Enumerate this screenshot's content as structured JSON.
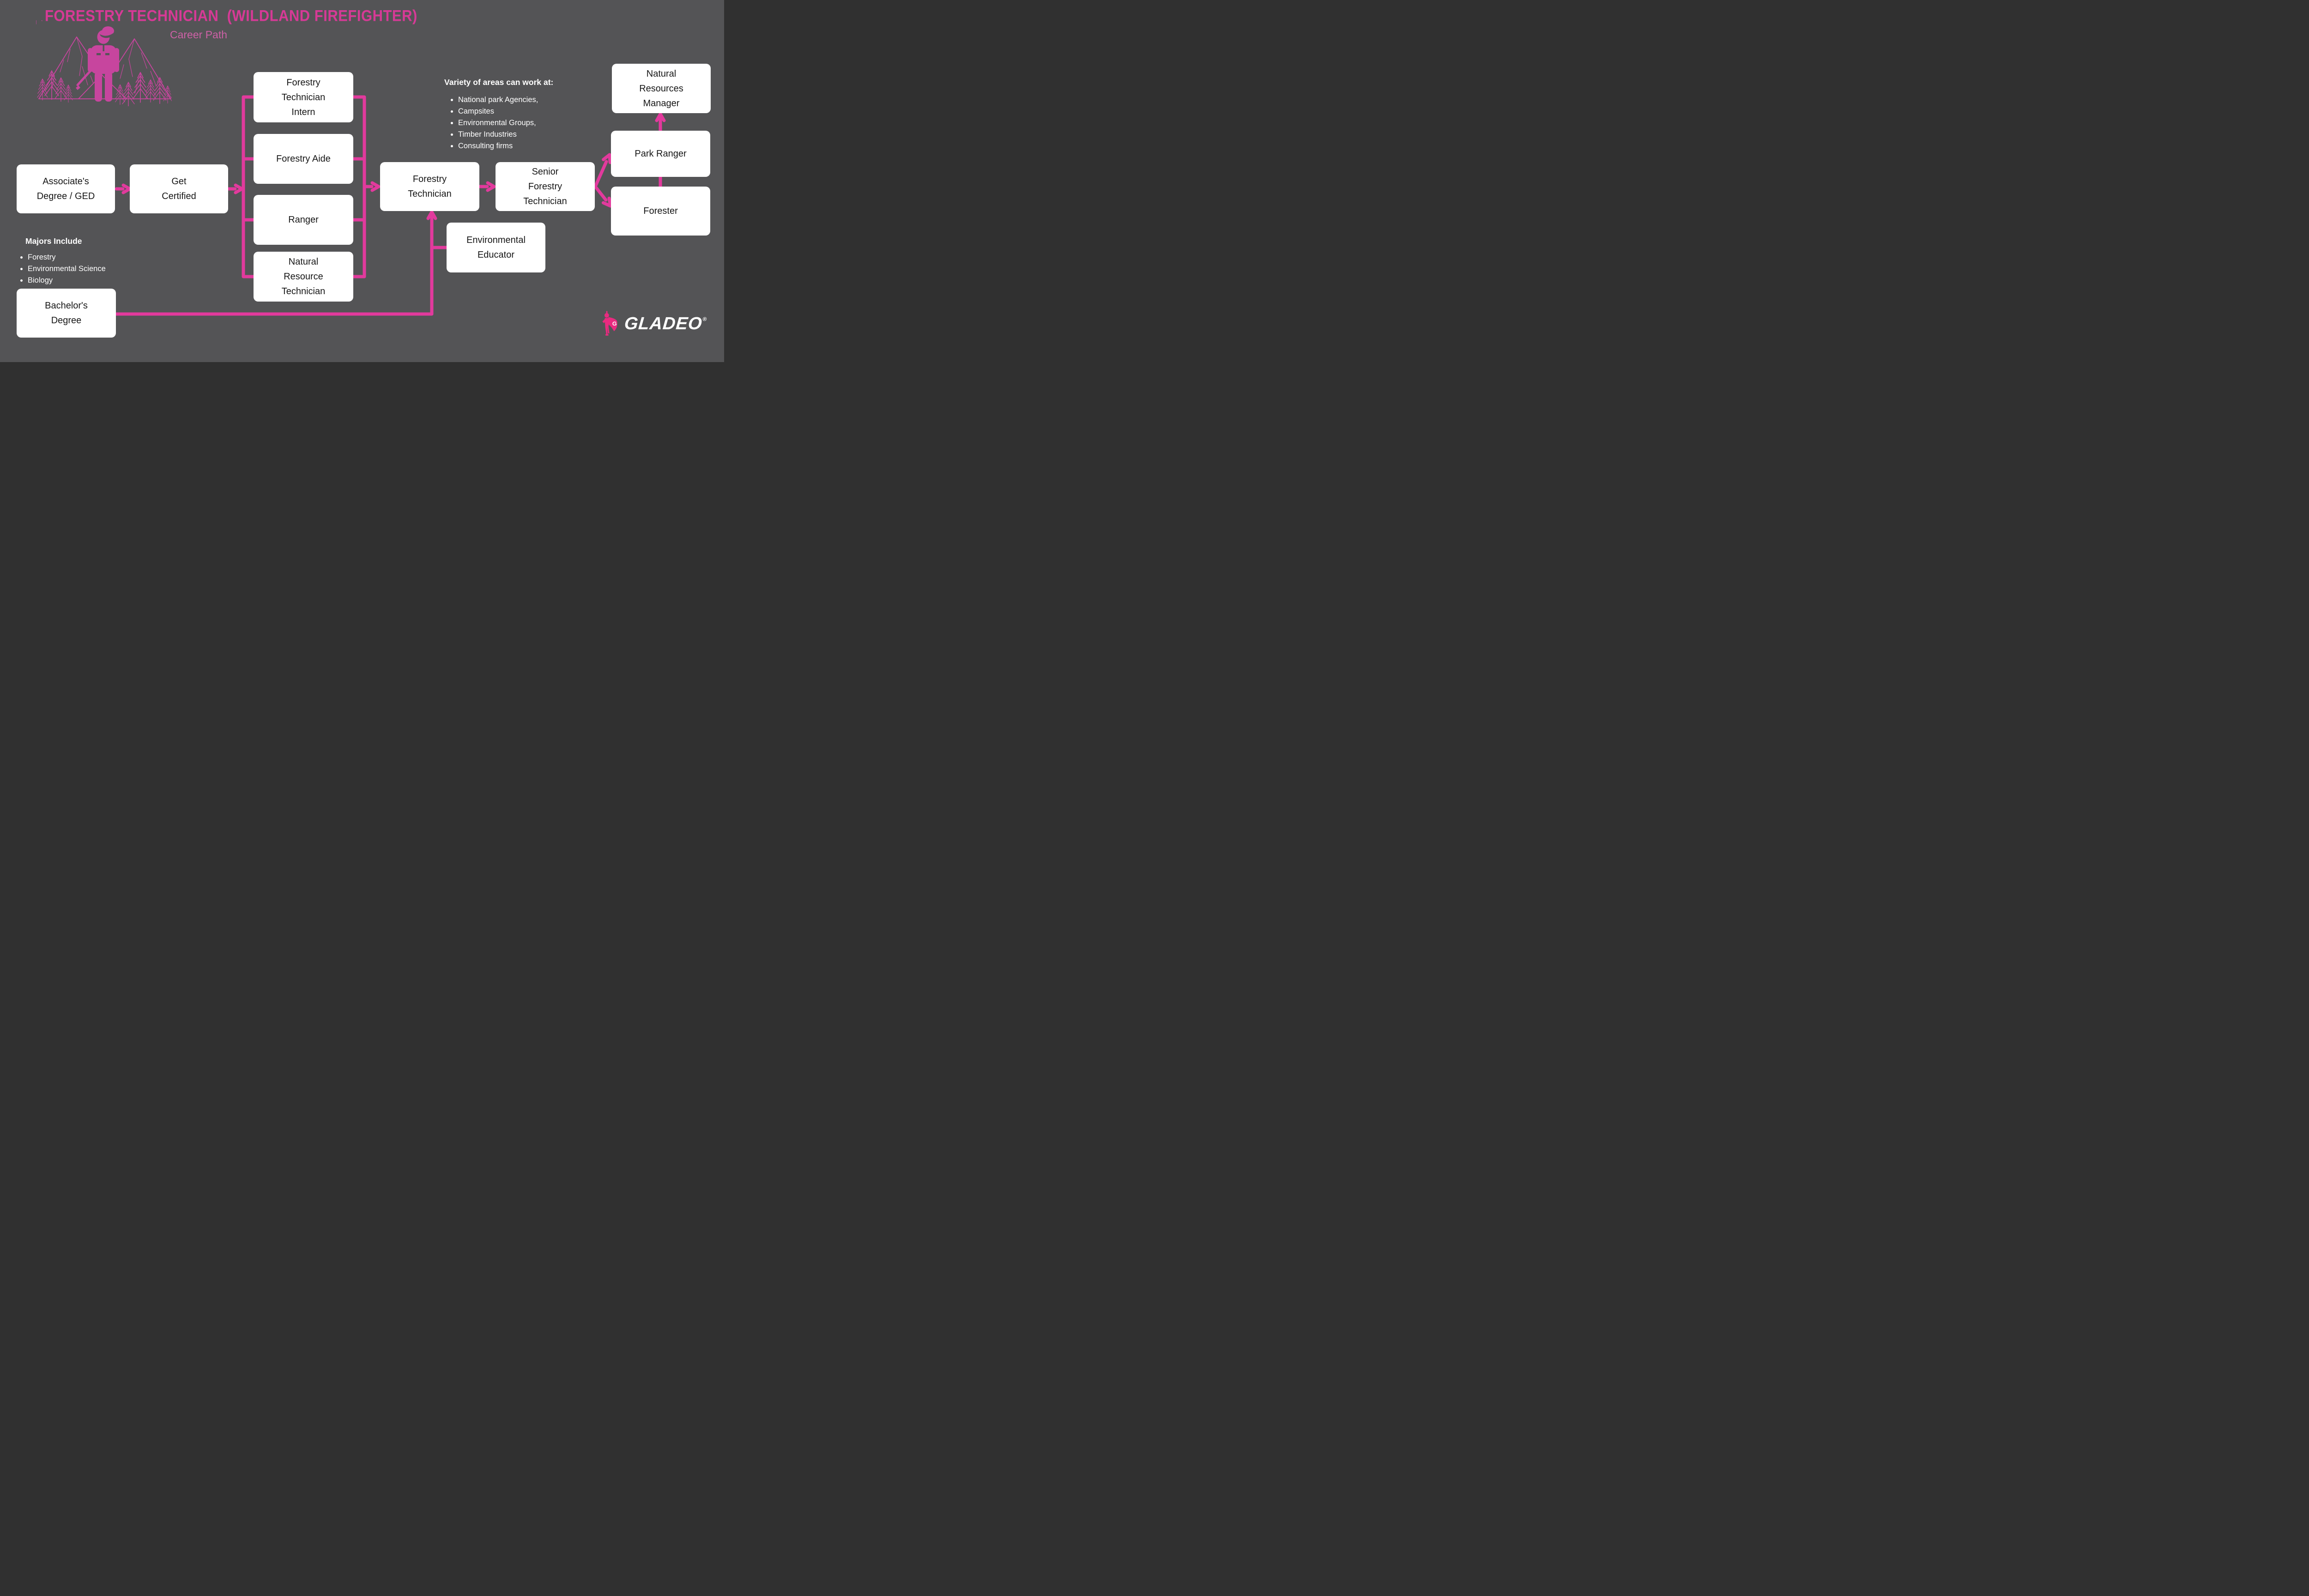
{
  "header": {
    "title": "FORESTRY TECHNICIAN  (WILDLAND FIREFIGHTER)",
    "subtitle": "Career Path"
  },
  "nodes": {
    "associates": "Associate's\nDegree / GED",
    "get_certified": "Get\nCertified",
    "intern": "Forestry\nTechnician\nIntern",
    "forestry_aide": "Forestry Aide",
    "ranger": "Ranger",
    "nrt": "Natural\nResource\nTechnician",
    "forestry_technician": "Forestry\nTechnician",
    "senior_ft": "Senior\nForestry\nTechnician",
    "park_ranger": "Park Ranger",
    "nrm": "Natural\nResources\nManager",
    "forester": "Forester",
    "env_educator": "Environmental\nEducator",
    "bachelors": "Bachelor's\nDegree"
  },
  "majors": {
    "heading": "Majors Include",
    "items": [
      "Forestry",
      "Environmental Science",
      "Biology"
    ]
  },
  "work_areas": {
    "heading": "Variety of areas can work at:",
    "items": [
      "National park Agencies,",
      "Campsites",
      "Environmental Groups,",
      "Timber Industries",
      "Consulting firms"
    ]
  },
  "logo": {
    "text": "GLADEO",
    "registered_mark": "®",
    "mascot_letter": "G"
  },
  "colors": {
    "bg": "#545456",
    "accent": "#e23a9d",
    "title_pink": "#d63a96",
    "subtitle_pink": "#cd61a6",
    "illustration_pink": "#c7459e",
    "mascot_pink": "#ea2a80",
    "box_bg": "#ffffff",
    "box_text": "#161616",
    "text_white": "#ffffff"
  }
}
